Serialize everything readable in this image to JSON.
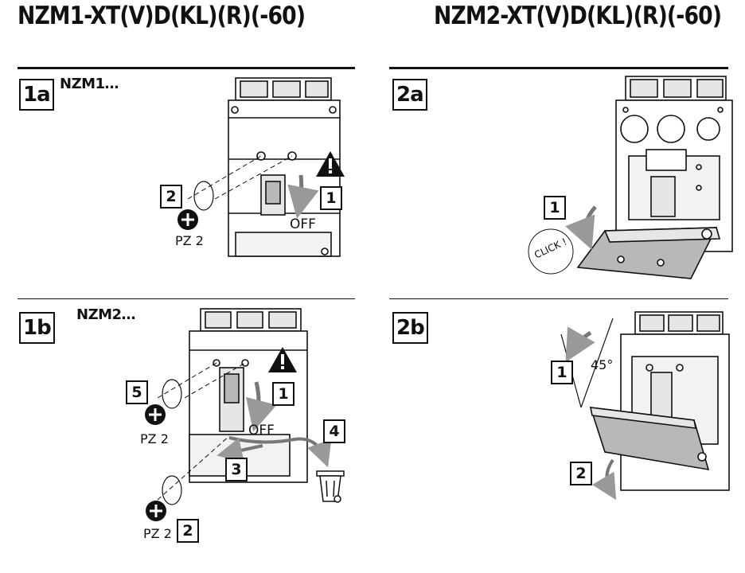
{
  "titles": {
    "left": "NZM1-XT(V)D(KL)(R)(-60)",
    "right": "NZM2-XT(V)D(KL)(R)(-60)"
  },
  "panels": {
    "p1a": {
      "step": "1a",
      "subtitle": "NZM1…",
      "off": "OFF",
      "tool": "PZ 2",
      "n1": "1",
      "n2": "2"
    },
    "p2a": {
      "step": "2a",
      "click": "CLICK !",
      "n1": "1"
    },
    "p1b": {
      "step": "1b",
      "subtitle": "NZM2…",
      "off": "OFF",
      "tool1": "PZ 2",
      "tool2": "PZ 2",
      "n1": "1",
      "n3": "3",
      "n4": "4",
      "n5": "5",
      "n2": "2"
    },
    "p2b": {
      "step": "2b",
      "angle": "45°",
      "n1": "1",
      "n2": "2"
    }
  },
  "colors": {
    "line": "#111111",
    "grey": "#b8b8b8",
    "lightgrey": "#e6e6e6",
    "warning": "#111111"
  },
  "icons": [
    "warning-icon",
    "screwdriver-bit-icon",
    "rotate-arrow-icon",
    "down-arrow-icon",
    "trash-bin-icon"
  ]
}
